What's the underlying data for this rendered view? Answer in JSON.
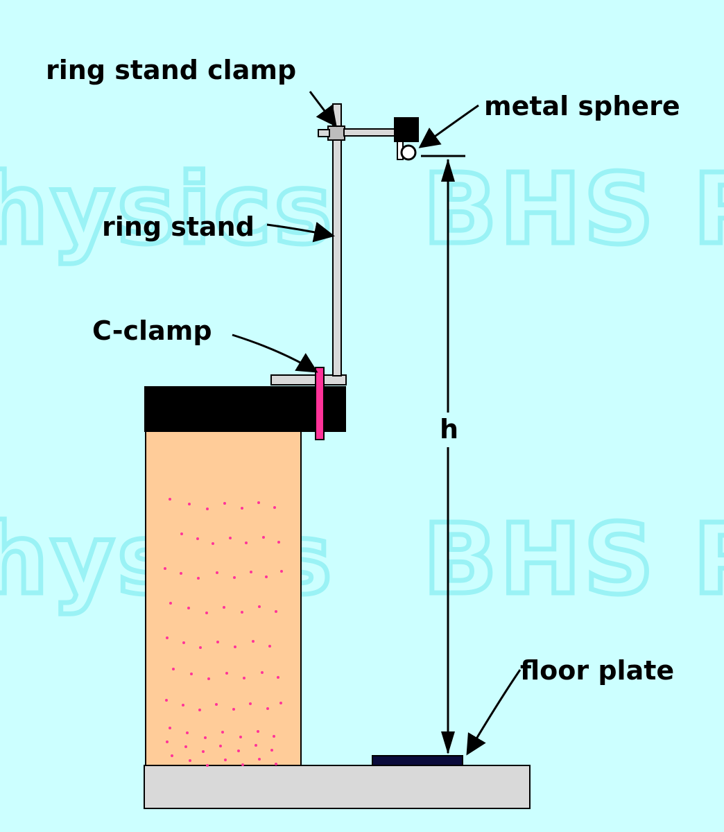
{
  "labels": {
    "ring_stand_clamp": "ring stand clamp",
    "metal_sphere": "metal sphere",
    "ring_stand": "ring stand",
    "c_clamp": "C-clamp",
    "height": "h",
    "floor_plate": "floor plate"
  },
  "watermark": {
    "text_left": "hysics",
    "text_right": "BHS Phy"
  },
  "colors": {
    "background": "#ccffff",
    "table_top": "#000000",
    "table_leg": "#ffcc99",
    "table_dots": "#ff3399",
    "c_clamp": "#ff3399",
    "floor_base": "#d9d9d9",
    "floor_plate": "#0a0a3a",
    "ring_stand": "#d9d9d9",
    "watermark": "#9af2f5"
  }
}
